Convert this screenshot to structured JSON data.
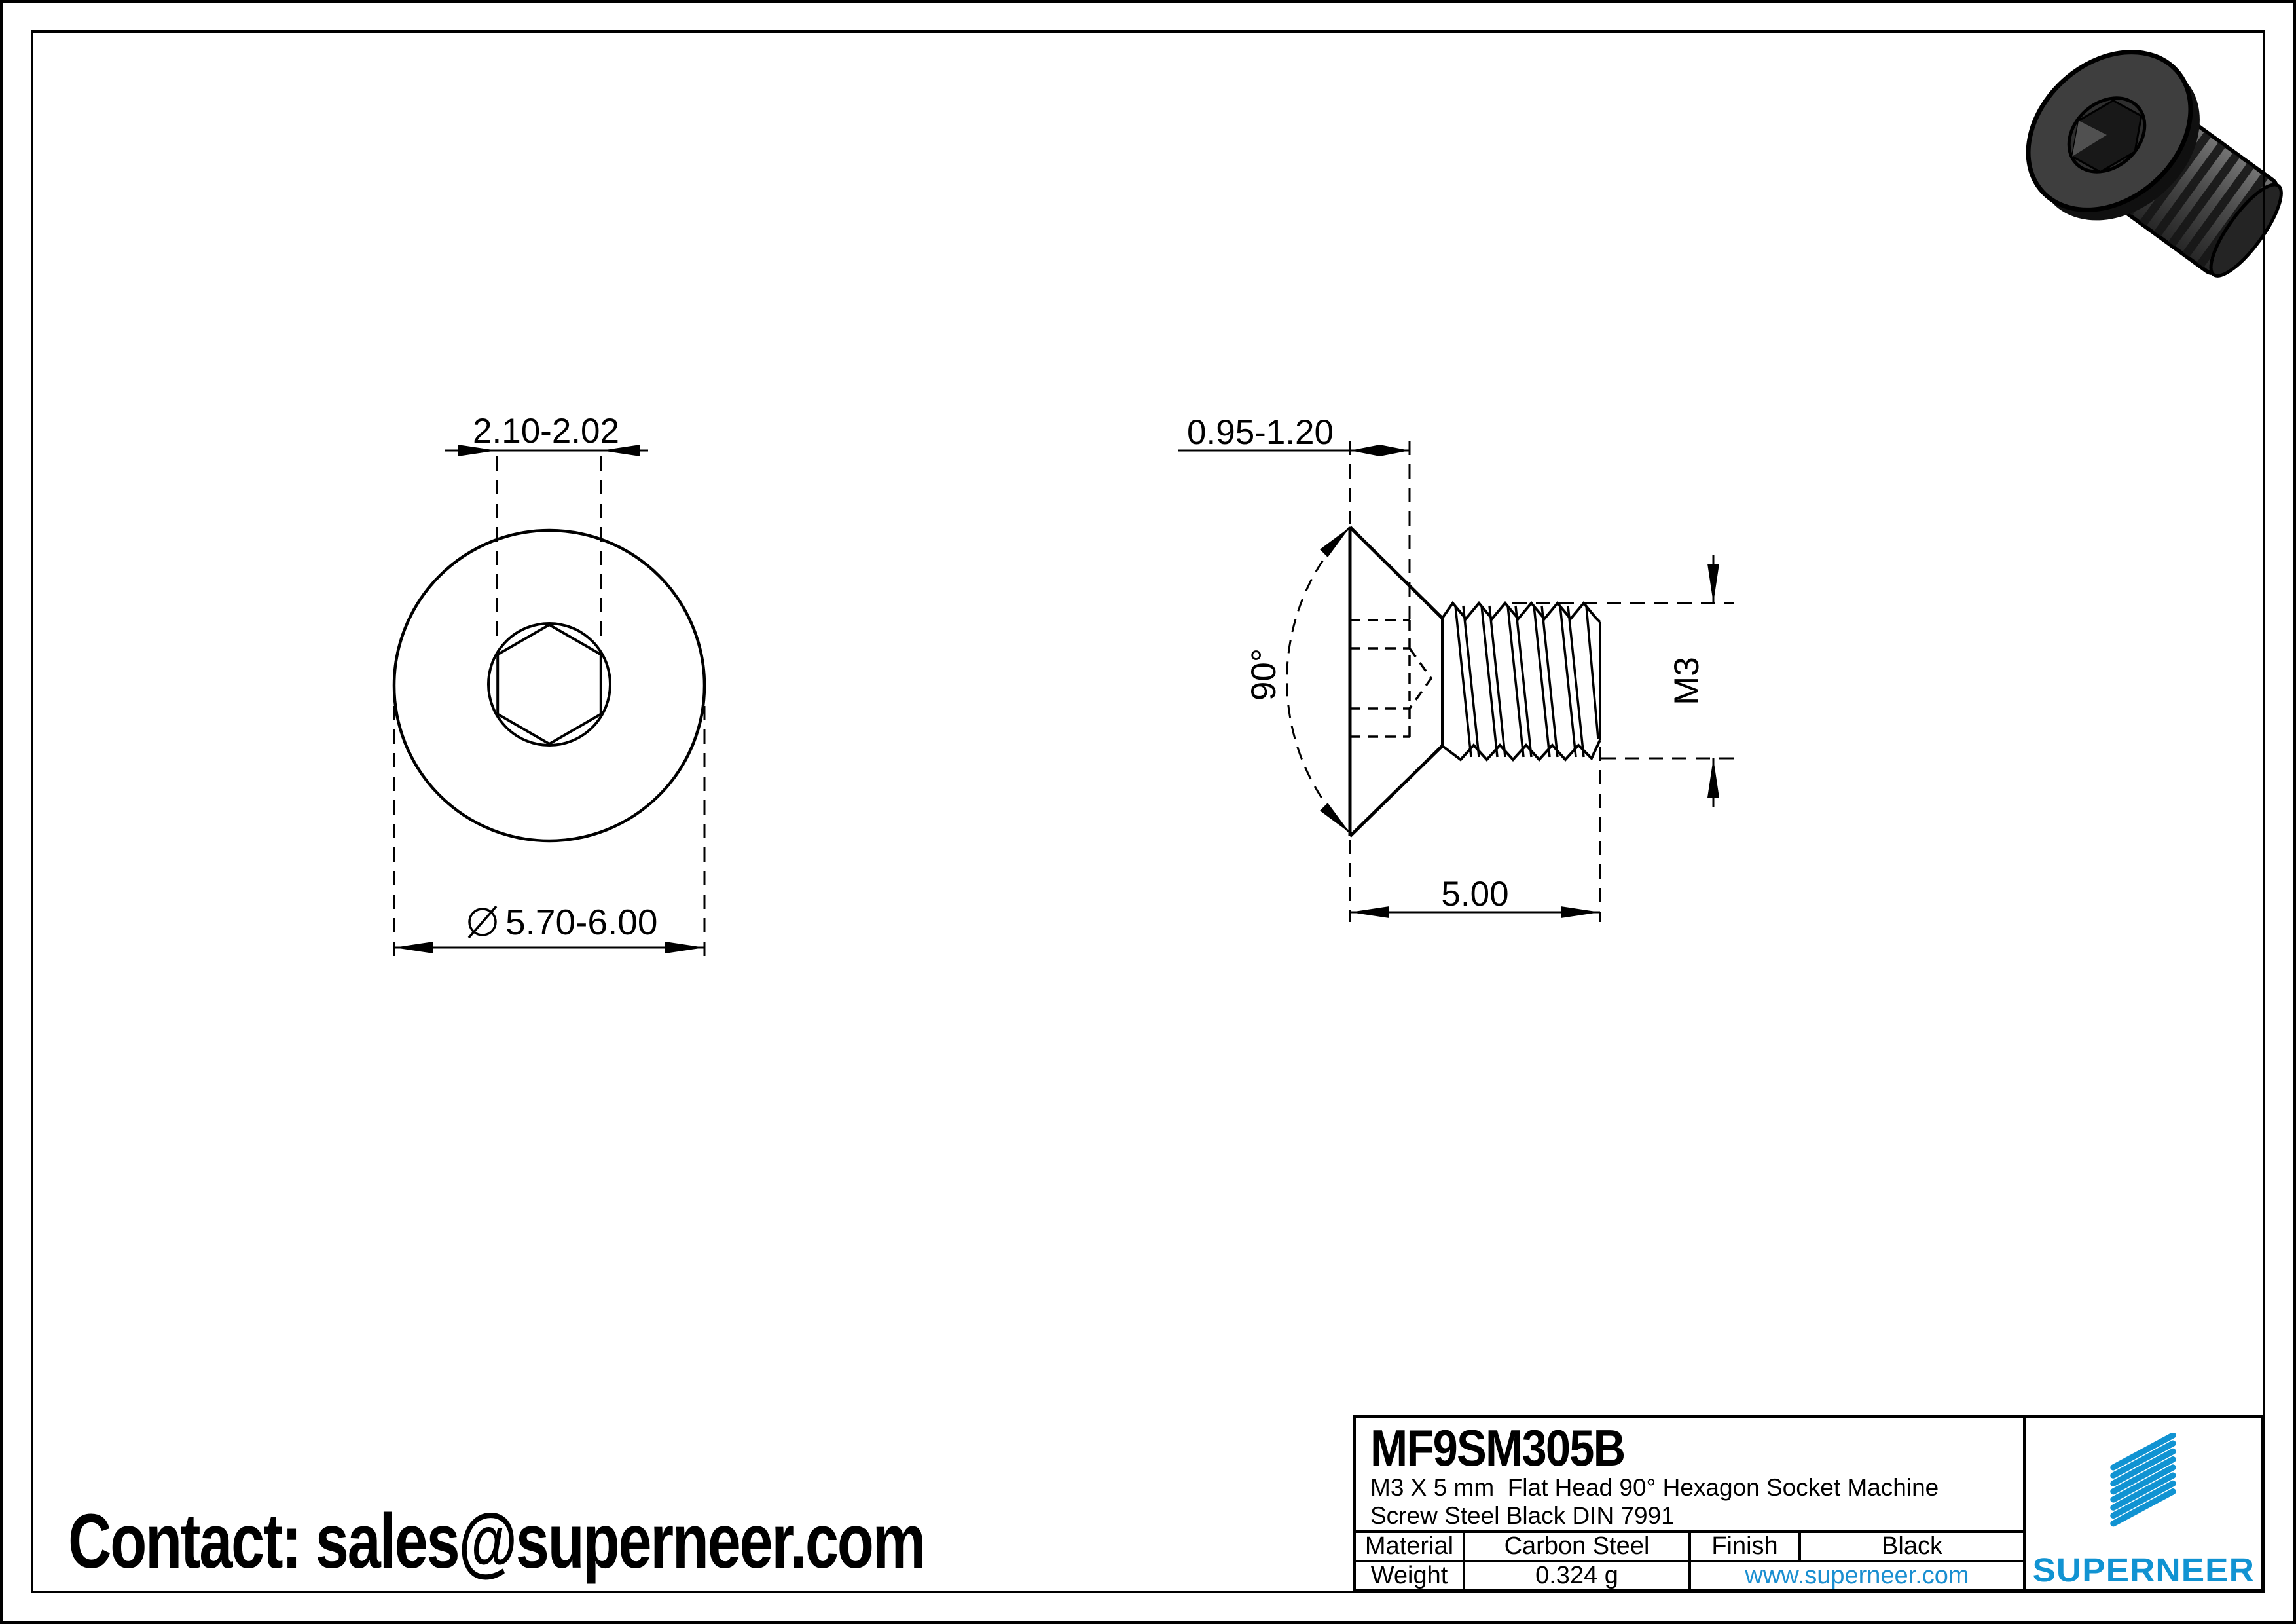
{
  "page": {
    "contact_line": "Contact: sales@superneer.com"
  },
  "front_view": {
    "socket_width_dim": "2.10-2.02",
    "head_diameter_dim": "5.70-6.00",
    "diameter_symbol": "⌀"
  },
  "side_view": {
    "head_height_dim": "0.95-1.20",
    "countersink_angle_dim": "90°",
    "thread_dim": "M3",
    "length_dim": "5.00"
  },
  "title_block": {
    "part_number": "MF9SM305B",
    "description_line1": "M3 X 5 mm  Flat Head 90° Hexagon Socket Machine",
    "description_line2": "Screw Steel Black DIN 7991",
    "material_label": "Material",
    "material_value": "Carbon Steel",
    "finish_label": "Finish",
    "finish_value": "Black",
    "weight_label": "Weight",
    "weight_value": "0.324 g",
    "website": "www.superneer.com",
    "brand": "SUPERNEER"
  },
  "colors": {
    "accent_blue": "#1193d2",
    "link_blue": "#1a8fd1",
    "line_black": "#000000"
  }
}
